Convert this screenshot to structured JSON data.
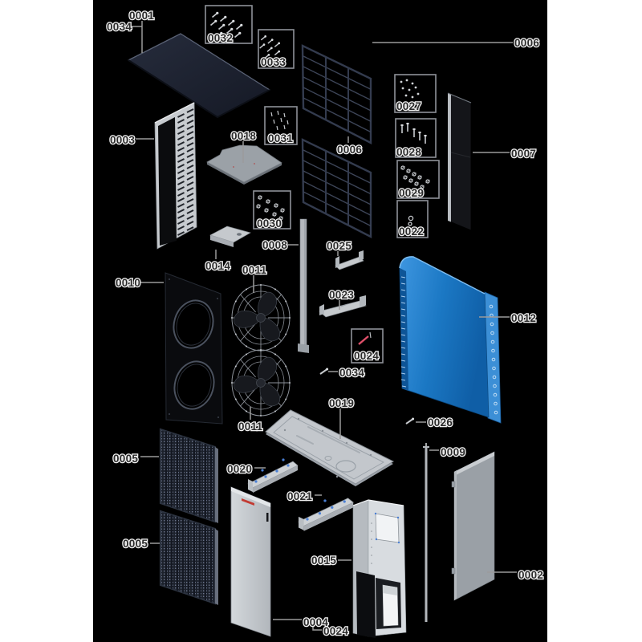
{
  "diagram": {
    "type": "exploded-parts-diagram",
    "background_color": "#000000",
    "page_background": "#ffffff",
    "accent_colors": {
      "coil_blue": "#1b78c4",
      "logo_red": "#c23b33",
      "screw_blue": "#4a7fd4",
      "label_fill": "#2b2b2b",
      "label_halo": "#f2f2f2"
    },
    "callouts": [
      {
        "text": "0034"
      },
      {
        "text": "0001"
      },
      {
        "text": "0032"
      },
      {
        "text": "0033"
      },
      {
        "text": "0006"
      },
      {
        "text": "0006"
      },
      {
        "text": "0027"
      },
      {
        "text": "0028"
      },
      {
        "text": "0029"
      },
      {
        "text": "0022"
      },
      {
        "text": "0007"
      },
      {
        "text": "0003"
      },
      {
        "text": "0018"
      },
      {
        "text": "0031"
      },
      {
        "text": "0030"
      },
      {
        "text": "0008"
      },
      {
        "text": "0014"
      },
      {
        "text": "0011"
      },
      {
        "text": "0010"
      },
      {
        "text": "0025"
      },
      {
        "text": "0023"
      },
      {
        "text": "0024"
      },
      {
        "text": "0034"
      },
      {
        "text": "0019"
      },
      {
        "text": "0012"
      },
      {
        "text": "0026"
      },
      {
        "text": "0011"
      },
      {
        "text": "0005"
      },
      {
        "text": "0005"
      },
      {
        "text": "0020"
      },
      {
        "text": "0021"
      },
      {
        "text": "0009"
      },
      {
        "text": "0015"
      },
      {
        "text": "0004"
      },
      {
        "text": "0024"
      },
      {
        "text": "0002"
      }
    ]
  }
}
